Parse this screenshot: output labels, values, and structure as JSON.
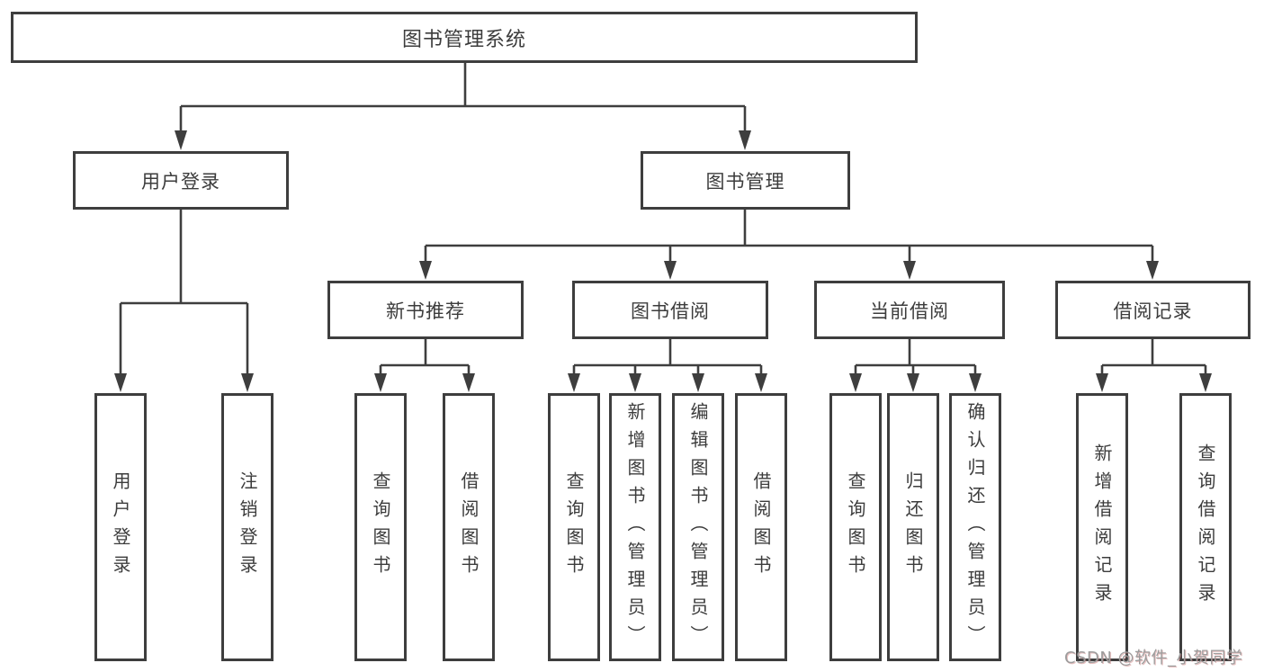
{
  "diagram": {
    "root": {
      "label": "图书管理系统"
    },
    "level2": [
      {
        "id": "user-login",
        "label": "用户登录"
      },
      {
        "id": "book-management",
        "label": "图书管理"
      }
    ],
    "level3": [
      {
        "id": "new-book-recommend",
        "label": "新书推荐"
      },
      {
        "id": "book-borrow",
        "label": "图书借阅"
      },
      {
        "id": "current-borrow",
        "label": "当前借阅"
      },
      {
        "id": "borrow-records",
        "label": "借阅记录"
      }
    ],
    "leaves": [
      {
        "id": "user-login-leaf",
        "label": "用户登录"
      },
      {
        "id": "logout",
        "label": "注销登录"
      },
      {
        "id": "query-books-recommend",
        "label": "查询图书"
      },
      {
        "id": "borrow-books-recommend",
        "label": "借阅图书"
      },
      {
        "id": "query-books-borrow",
        "label": "查询图书"
      },
      {
        "id": "add-books-admin",
        "label": "新增图书（管理员）"
      },
      {
        "id": "edit-books-admin",
        "label": "编辑图书（管理员）"
      },
      {
        "id": "borrow-books",
        "label": "借阅图书"
      },
      {
        "id": "query-books-current",
        "label": "查询图书"
      },
      {
        "id": "return-books",
        "label": "归还图书"
      },
      {
        "id": "confirm-return-admin",
        "label": "确认归还（管理员）"
      },
      {
        "id": "add-borrow-record",
        "label": "新增借阅记录"
      },
      {
        "id": "query-borrow-record",
        "label": "查询借阅记录"
      }
    ]
  },
  "watermark": {
    "text": "CSDN @软件_小贺同学"
  },
  "colors": {
    "line": "#3e3e3e",
    "box_border": "#3e3e3e",
    "text": "#3c3c3c",
    "background": "#ffffff",
    "watermark": "#9c9c9c"
  }
}
